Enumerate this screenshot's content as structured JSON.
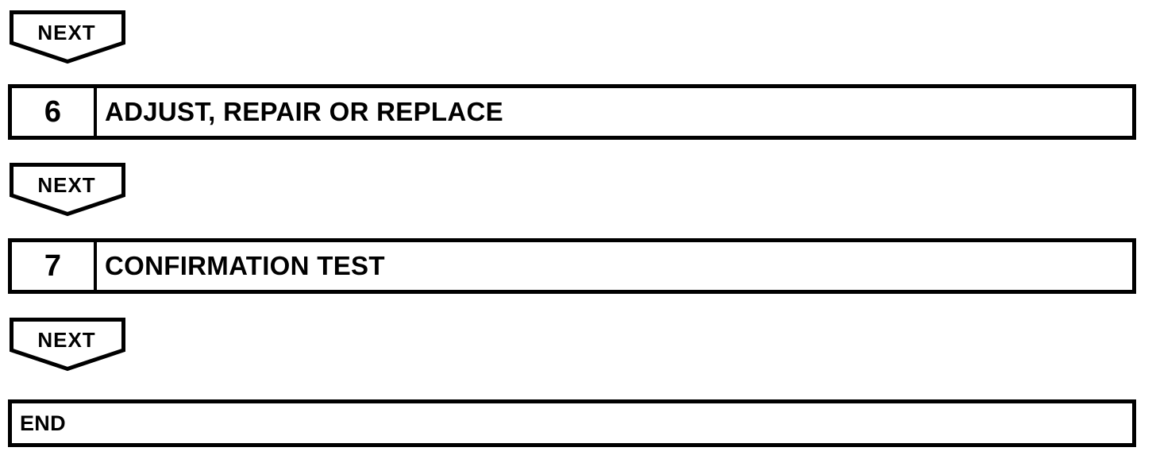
{
  "diagram": {
    "type": "flowchart",
    "colors": {
      "line": "#000000",
      "background": "#ffffff"
    },
    "connectors": [
      {
        "label": "NEXT"
      },
      {
        "label": "NEXT"
      },
      {
        "label": "NEXT"
      }
    ],
    "steps": [
      {
        "number": "6",
        "label": "ADJUST, REPAIR OR REPLACE"
      },
      {
        "number": "7",
        "label": "CONFIRMATION TEST"
      }
    ],
    "terminal": {
      "label": "END"
    }
  }
}
